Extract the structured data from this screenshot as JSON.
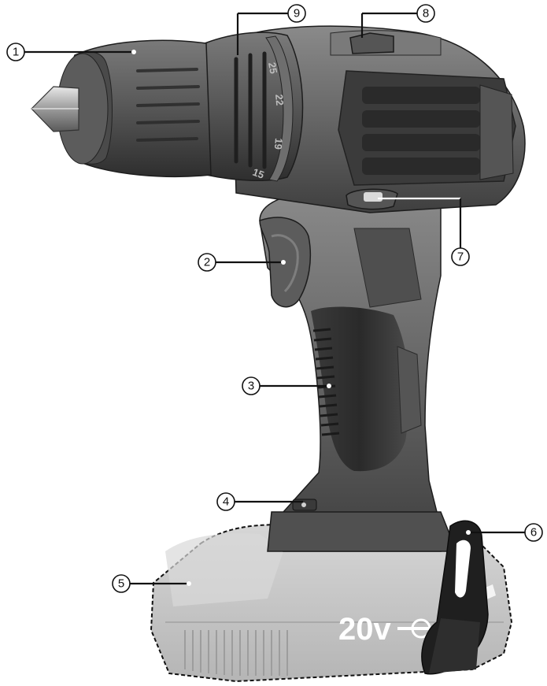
{
  "callouts": [
    {
      "num": "1",
      "part": "chuck"
    },
    {
      "num": "2",
      "part": "trigger"
    },
    {
      "num": "3",
      "part": "handle"
    },
    {
      "num": "4",
      "part": "led-light"
    },
    {
      "num": "5",
      "part": "battery"
    },
    {
      "num": "6",
      "part": "belt-clip"
    },
    {
      "num": "7",
      "part": "direction-switch"
    },
    {
      "num": "8",
      "part": "gear-selector"
    },
    {
      "num": "9",
      "part": "torque-collar"
    }
  ],
  "dial_marks": [
    "15",
    "19",
    "22",
    "25"
  ],
  "battery_label": "20v",
  "colors": {
    "body": "#6b6b6b",
    "body_dark": "#3c3c3c",
    "body_light": "#8a8a8a",
    "grip": "#2e2e2e",
    "battery": "#c7c7c7",
    "clip": "#1c1c1c"
  }
}
